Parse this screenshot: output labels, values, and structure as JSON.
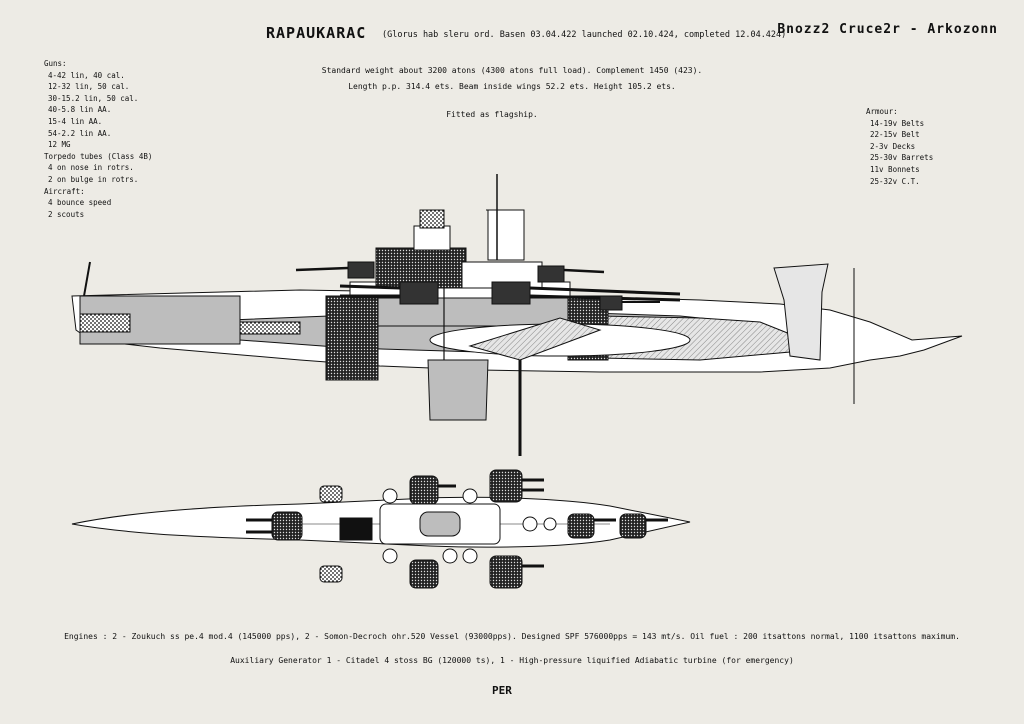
{
  "header": {
    "title": "RAPAUKARAC",
    "subtitle": "(Glorus hab sleru ord. Basen 03.04.422 launched 02.10.424, completed 12.04.424)",
    "corner": "Bnozz2 Cruce2r - Arkozonn"
  },
  "specs": {
    "line1": "Standard weight about 3200 atons (4300 atons full load). Complement 1450 (423).",
    "line2": "Length p.p. 314.4 ets. Beam inside wings 52.2 ets. Height 105.2 ets.",
    "line3": "Fitted as flagship."
  },
  "guns": {
    "heading": "Guns:",
    "items": [
      "4-42 lin, 40 cal.",
      "12-32 lin, 50 cal.",
      "30-15.2 lin, 50 cal.",
      "40-5.8 lin AA.",
      "15-4 lin AA.",
      "54-2.2 lin AA.",
      "12 MG"
    ]
  },
  "torpedo": {
    "heading": "Torpedo tubes (Class 4B)",
    "items": [
      "4 on nose in rotrs.",
      "2 on bulge in rotrs."
    ]
  },
  "aircraft": {
    "heading": "Aircraft:",
    "items": [
      "4 bounce speed",
      "2 scouts"
    ]
  },
  "armour": {
    "heading": "Armour:",
    "items": [
      "14-19v Belts",
      "22-15v Belt",
      "2-3v Decks",
      "25-30v Barrets",
      "11v Bonnets",
      "25-32v C.T."
    ]
  },
  "footer": {
    "line1": "Engines : 2 - Zoukuch ss pe.4 mod.4 (145000 pps), 2 - Somon-Decroch ohr.520 Vessel (93000pps). Designed SPF 576000pps = 143 mt/s. Oil fuel : 200 itsattons normal, 1100 itsattons maximum.",
    "line2": "Auxiliary Generator 1 - Citadel 4 stoss BG (120000 ts), 1 - High-pressure liquified Adiabatic turbine (for emergency)",
    "signature": "PER"
  },
  "colors": {
    "background": "#edebe5",
    "ink": "#111111",
    "hull_fill": "#ffffff",
    "grey_fill": "#bdbdbd",
    "dark_fill": "#333333"
  }
}
